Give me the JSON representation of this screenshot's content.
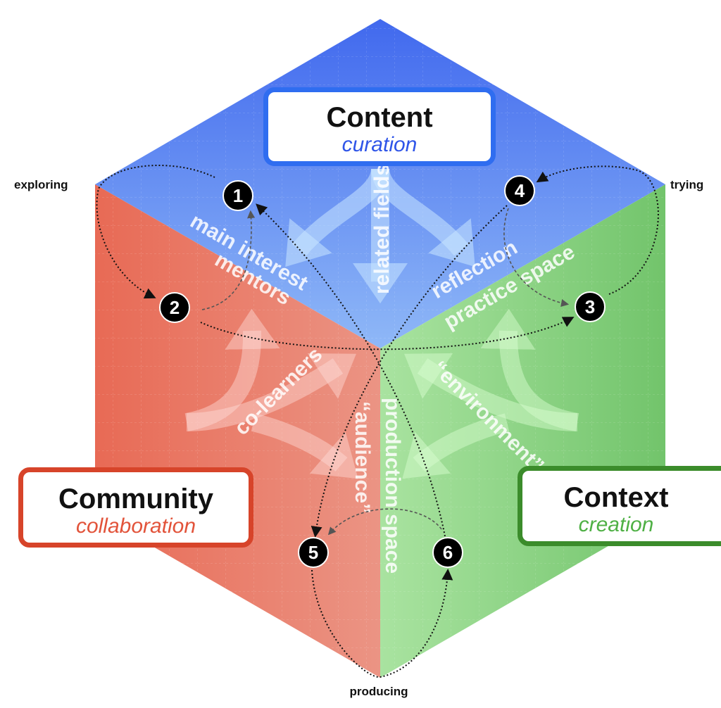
{
  "colors": {
    "content": "#2f6df0",
    "community": "#d7442a",
    "context": "#3b8c2b"
  },
  "boxes": {
    "content": {
      "title": "Content",
      "subtitle": "curation"
    },
    "community": {
      "title": "Community",
      "subtitle": "collaboration"
    },
    "context": {
      "title": "Context",
      "subtitle": "creation"
    }
  },
  "corners": {
    "left": "exploring",
    "right": "trying",
    "bottom": "producing"
  },
  "face_labels": {
    "main_interest": "main interest",
    "related_fields": "related fields",
    "reflection": "reflection",
    "mentors": "mentors",
    "practice_space": "practice space",
    "co_learners": "co-learners",
    "audience": "“audience”",
    "production_space": "production space",
    "environment": "“environment”"
  },
  "steps": [
    "1",
    "2",
    "3",
    "4",
    "5",
    "6"
  ]
}
